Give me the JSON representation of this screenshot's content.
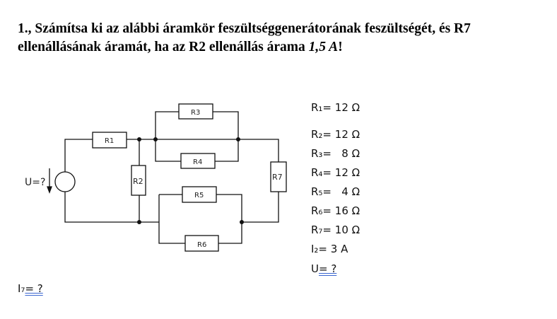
{
  "task": {
    "title_part1": "1., Számítsa ki az alábbi áramkör feszültséggenerátorának feszültségét, és R7 ellenállásának áramát, ha az R2 ellenállás árama ",
    "title_value": "1,5 A",
    "title_end": "!"
  },
  "circuit": {
    "source_label": "U=?",
    "resistors": [
      "R1",
      "R2",
      "R3",
      "R4",
      "R5",
      "R6",
      "R7"
    ]
  },
  "values": [
    "R₁= 12 Ω",
    "R₂= 12 Ω",
    "R₃=   8 Ω",
    "R₄= 12 Ω",
    "R₅=   4 Ω",
    "R₆= 16 Ω",
    "R₇= 10 Ω",
    "I₂= 3 A"
  ],
  "unknowns": {
    "u_label": "U",
    "u_rest": "= ?",
    "i7_label": "I₇",
    "i7_rest": "= ?"
  }
}
